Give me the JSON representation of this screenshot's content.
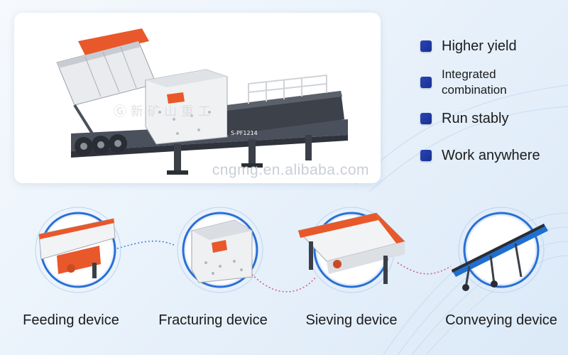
{
  "hero": {
    "watermark": "cngmg.en.alibaba.com",
    "machine_brand": "Ⓖ 新 矿 山 重 工",
    "machine_model": "S-PF1214"
  },
  "features": [
    {
      "label": "Higher yield"
    },
    {
      "label_line1": "Integrated",
      "label_line2": "combination"
    },
    {
      "label": "Run stably"
    },
    {
      "label": "Work anywhere"
    }
  ],
  "devices": [
    {
      "label": "Feeding device"
    },
    {
      "label": "Fracturing device"
    },
    {
      "label": "Sieving device"
    },
    {
      "label": "Conveying device"
    }
  ],
  "colors": {
    "accent_orange": "#e8582a",
    "bullet_blue": "#22399e",
    "conveyor_blue": "#1f6fd0",
    "ring_blue": "#2a6fd6"
  }
}
